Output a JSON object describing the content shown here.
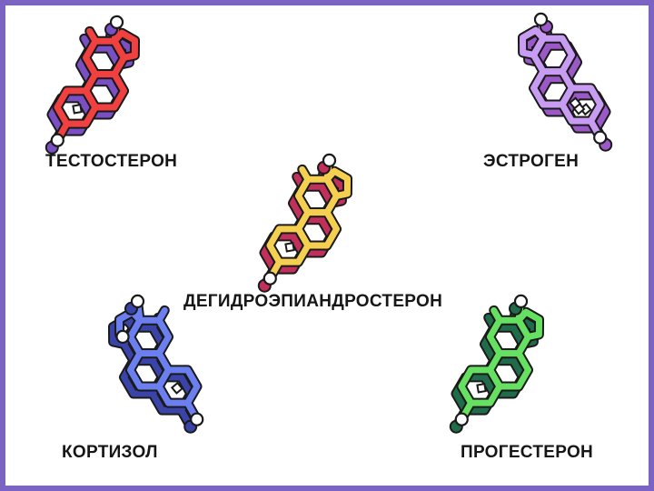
{
  "frame_color": "#7b63c4",
  "outline_color": "#1a1a1a",
  "molecules": [
    {
      "id": "testosterone",
      "label": "ТЕСТОСТЕРОН",
      "color": "#f04040",
      "shadow": "#7b4fc4"
    },
    {
      "id": "estrogen",
      "label": "ЭСТРОГЕН",
      "color": "#c79cf2",
      "shadow": "#9b59c8"
    },
    {
      "id": "dhea",
      "label": "ДЕГИДРОЭПИАНДРОСТЕРОН",
      "color": "#f5d050",
      "shadow": "#c0305a"
    },
    {
      "id": "cortisol",
      "label": "КОРТИЗОЛ",
      "color": "#6b7ff0",
      "shadow": "#3a44a8"
    },
    {
      "id": "progesterone",
      "label": "ПРОГЕСТЕРОН",
      "color": "#66e060",
      "shadow": "#1f6b4a"
    }
  ]
}
